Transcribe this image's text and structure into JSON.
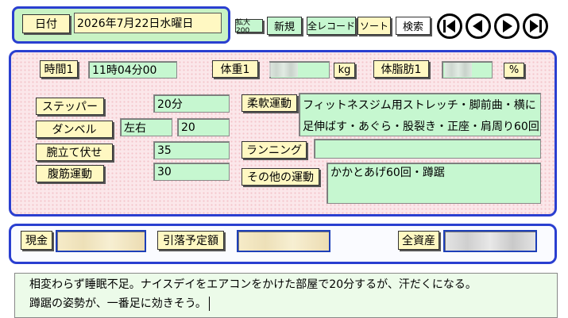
{
  "header": {
    "date_label": "日付",
    "date_value": "2026年7月22日水曜日"
  },
  "toolbar": {
    "zoom_label": "拡大200",
    "new_label": "新規",
    "all_records_label": "全レコード",
    "sort_label": "ソート",
    "search_label": "検索"
  },
  "vitals": {
    "time_label": "時間1",
    "time_value": "11時04分00",
    "weight_label": "体重1",
    "weight_value": "",
    "weight_unit": "kg",
    "body_fat_label": "体脂肪1",
    "body_fat_value": "",
    "body_fat_unit": "%"
  },
  "exercise": {
    "stepper_label": "ステッパー",
    "stepper_value": "20分",
    "dumbbell_label": "ダンベル",
    "dumbbell_side": "左右",
    "dumbbell_value": "20",
    "pushup_label": "腕立て伏せ",
    "pushup_value": "35",
    "situp_label": "腹筋運動",
    "situp_value": "30",
    "flex_label": "柔軟運動",
    "flex_value": "フィットネスジム用ストレッチ・脚前曲・横に足伸ばす・あぐら・股裂き・正座・肩周り60回",
    "running_label": "ランニング",
    "running_value": "",
    "other_label": "その他の運動",
    "other_value": "かかとあげ60回・蹲踞"
  },
  "money": {
    "cash_label": "現金",
    "cash_value": "",
    "debit_label": "引落予定額",
    "debit_value": "",
    "assets_label": "全資産",
    "assets_value": ""
  },
  "memo": {
    "line1": "相変わらず睡眠不足。ナイスデイをエアコンをかけた部屋で20分するが、汗だくになる。",
    "line2": "蹲踞の姿勢が、一番足に効きそう。"
  },
  "icons": {
    "first": "skip-first-icon",
    "prev": "prev-icon",
    "next": "next-icon",
    "last": "skip-last-icon"
  }
}
